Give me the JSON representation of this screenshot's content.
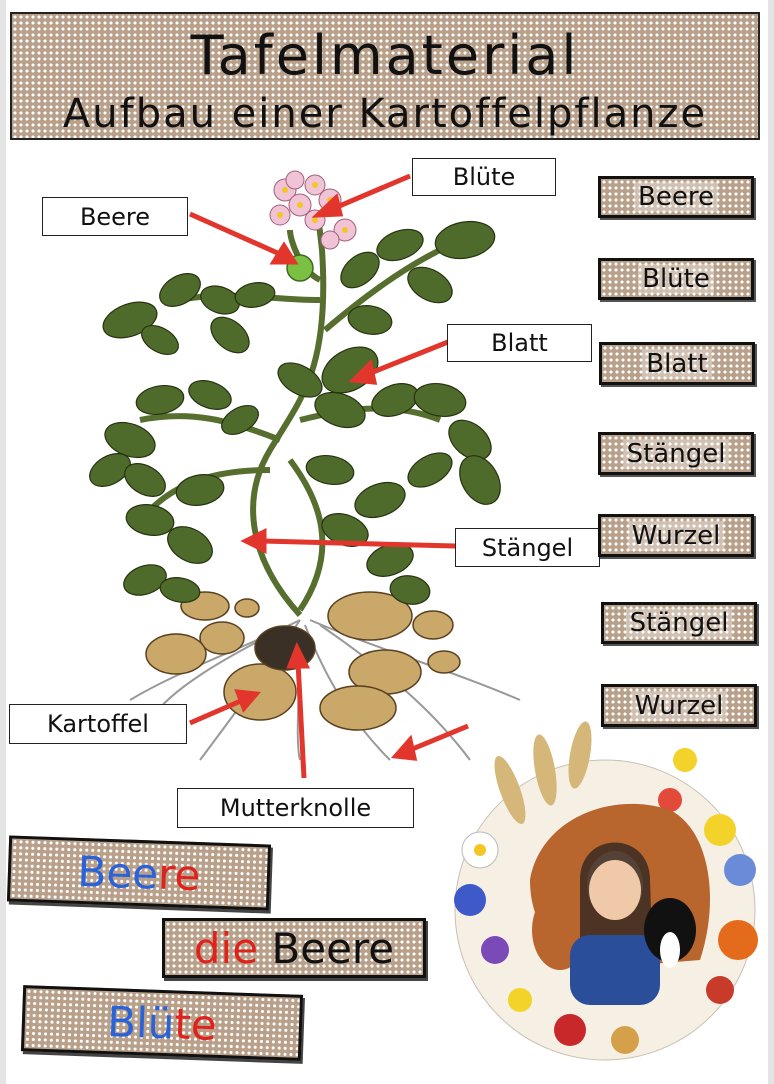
{
  "header": {
    "title": "Tafelmaterial",
    "subtitle": "Aufbau einer Kartoffelpflanze"
  },
  "diagram_labels": {
    "bluete": "Blüte",
    "beere": "Beere",
    "blatt": "Blatt",
    "staengel": "Stängel",
    "kartoffel": "Kartoffel",
    "mutterknolle": "Mutterknolle"
  },
  "word_cards": [
    "Beere",
    "Blüte",
    "Blatt",
    "Stängel",
    "Wurzel",
    "Stängel",
    "Wurzel"
  ],
  "syllable_cards": {
    "beere": {
      "part1": "Bee",
      "part2": "re"
    },
    "die_beere": {
      "article": "die",
      "noun": "Beere"
    },
    "bluete": {
      "part1": "Blü",
      "part2": "te"
    }
  },
  "colors": {
    "syllable_blue": "#2a62d8",
    "syllable_red": "#e0221c",
    "arrow": "#e2352b",
    "leaf": "#4f6b2c",
    "potato": "#c9a86a",
    "card_dots": "#b8a08a"
  }
}
